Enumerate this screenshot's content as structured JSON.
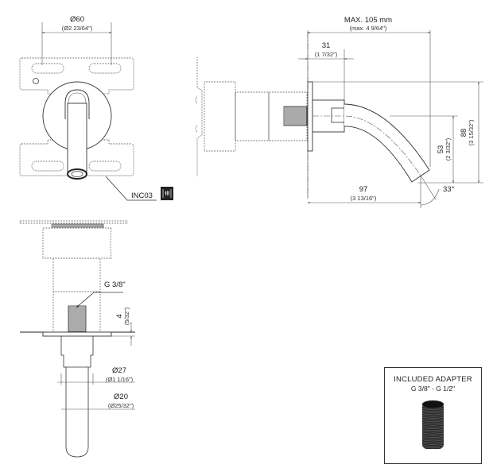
{
  "drawing": {
    "type": "wall-mounted spout dimension drawing",
    "front_view": {
      "diameter": {
        "mm": "Ø60",
        "inch": "(Ø2 23/64\")"
      },
      "finish_code": "INC03"
    },
    "side_view": {
      "max_length": {
        "mm": "MAX. 105 mm",
        "inch": "(max. 4 9/64\")"
      },
      "wall_offset": {
        "mm": "31",
        "inch": "(1 7/32\")"
      },
      "height_total": {
        "mm": "88",
        "inch": "(3 15/32\")"
      },
      "height_outlet": {
        "mm": "53",
        "inch": "(2 3/32\")"
      },
      "projection": {
        "mm": "97",
        "inch": "(3 13/16\")"
      },
      "angle": "33°"
    },
    "section_view": {
      "thread": "G 3/8\"",
      "plate_thickness": {
        "mm": "4",
        "inch": "(5/32\")"
      },
      "diameter_outer": {
        "mm": "Ø27",
        "inch": "(Ø1 1/16\")"
      },
      "diameter_spout": {
        "mm": "Ø20",
        "inch": "(Ø25/32\")"
      }
    },
    "adapter": {
      "title": "INCLUDED ADAPTER",
      "spec": "G 3/8\" - G 1/2\""
    },
    "icons": [
      "finish-swatch-icon",
      "threaded-adapter-icon"
    ]
  }
}
